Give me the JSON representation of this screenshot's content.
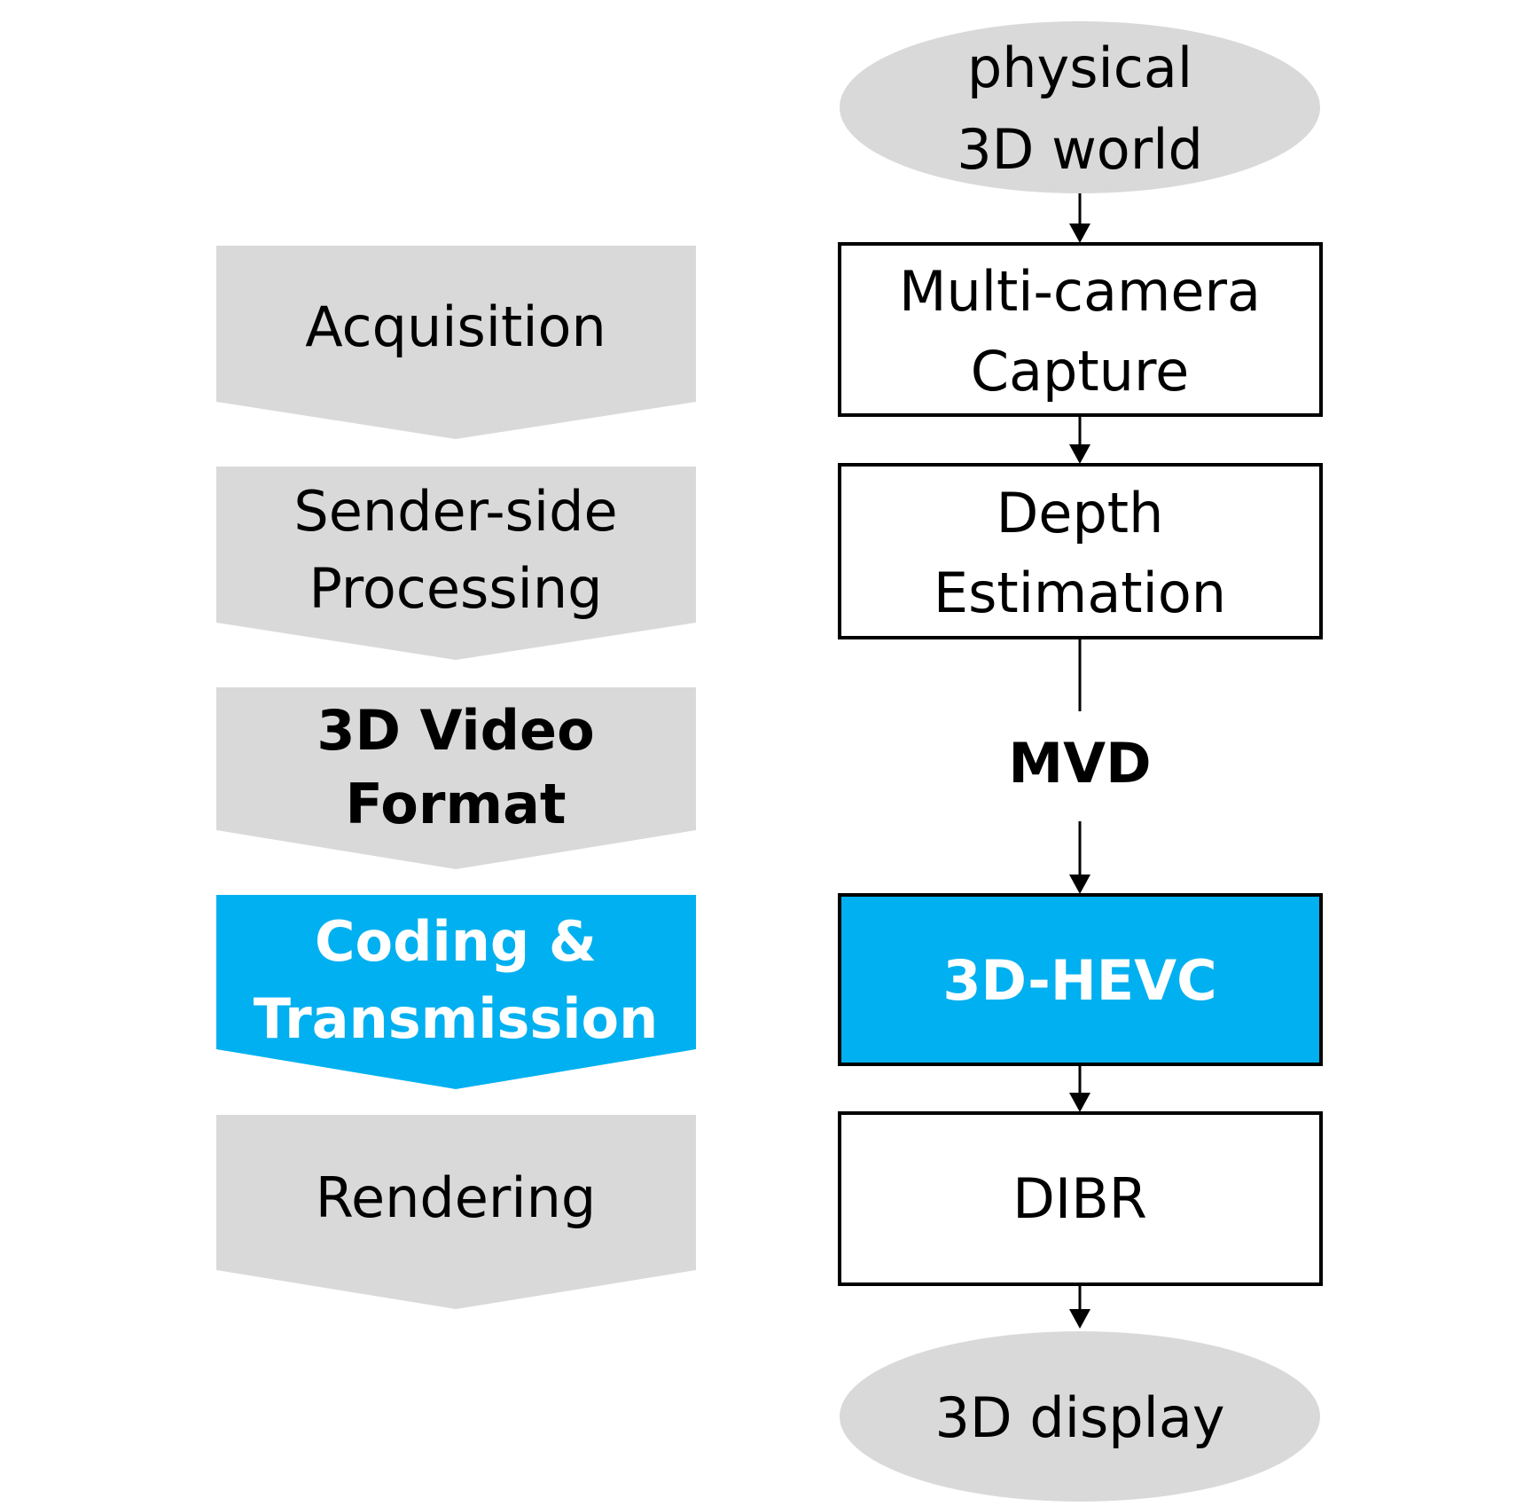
{
  "colors": {
    "stage_fill": "#d9d9d9",
    "highlight_fill": "#00b0f0",
    "box_fill": "#ffffff",
    "stroke": "#000000"
  },
  "stages": [
    {
      "lines": [
        "Acquisition"
      ],
      "highlight": false,
      "bold": false
    },
    {
      "lines": [
        "Sender-side",
        "Processing"
      ],
      "highlight": false,
      "bold": false
    },
    {
      "lines": [
        "3D Video",
        "Format"
      ],
      "highlight": false,
      "bold": true
    },
    {
      "lines": [
        "Coding &",
        "Transmission"
      ],
      "highlight": true,
      "bold": true
    },
    {
      "lines": [
        "Rendering"
      ],
      "highlight": false,
      "bold": false
    }
  ],
  "pipeline": {
    "source": {
      "lines": [
        "physical",
        "3D world"
      ]
    },
    "capture": {
      "lines": [
        "Multi-camera",
        "Capture"
      ]
    },
    "depth": {
      "lines": [
        "Depth",
        "Estimation"
      ]
    },
    "format": {
      "label": "MVD"
    },
    "codec": {
      "label": "3D-HEVC"
    },
    "render": {
      "label": "DIBR"
    },
    "sink": {
      "label": "3D display"
    }
  }
}
